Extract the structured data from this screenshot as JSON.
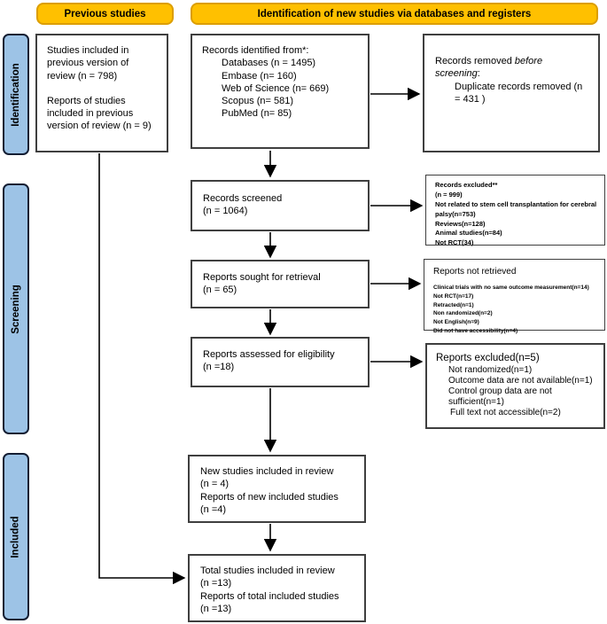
{
  "colors": {
    "header_yellow": "#FFC000",
    "header_yellow_border": "#DC9E00",
    "sidebar_blue": "#9DC3E6",
    "sidebar_blue_border": "#141E33"
  },
  "headers": {
    "previous": "Previous studies",
    "new_studies": "Identification of new studies via databases and registers"
  },
  "sidebar": {
    "identification": "Identification",
    "screening": "Screening",
    "included": "Included"
  },
  "boxes": {
    "previous_studies": {
      "para1": "Studies included in previous version of review (n = 798)",
      "para2": "Reports of studies included in previous version of review (n = 9)"
    },
    "records_identified": {
      "title": "Records identified from*:",
      "items": [
        "Databases (n = 1495)",
        "Embase (n= 160)",
        "Web of Science (n= 669)",
        "Scopus (n= 581)",
        "PubMed (n= 85)"
      ]
    },
    "records_removed": {
      "lead": "Records removed ",
      "italic": "before screening",
      "colon": ":",
      "item": "Duplicate records removed (n = 431 )"
    },
    "records_screened": {
      "line1": "Records screened",
      "line2": "(n = 1064)"
    },
    "records_excluded": {
      "lines": [
        "Records excluded**",
        "(n = 999)",
        "Not related to stem cell transplantation for cerebral palsy(n=753)",
        "Reviews(n=128)",
        "Animal studies(n=84)",
        "Not RCT(34)"
      ]
    },
    "reports_sought": {
      "line1": "Reports sought for retrieval",
      "line2": "(n = 65)"
    },
    "reports_not_retrieved": {
      "title": "Reports not retrieved",
      "lines": [
        "Clinical trials with no same outcome measurement(n=14)",
        "Not RCT(n=17)",
        "Retracted(n=1)",
        "Non randomized(n=2)",
        "Not English(n=9)",
        "Did not have accessibility(n=4)"
      ]
    },
    "reports_assessed": {
      "line1": "Reports assessed for eligibility",
      "line2": "(n =18)"
    },
    "reports_excluded": {
      "title": "Reports excluded(n=5)",
      "lines": [
        "Not randomized(n=1)",
        "Outcome data are not available(n=1)",
        "Control group data are not sufficient(n=1)",
        "Full text not accessible(n=2)"
      ]
    },
    "new_studies": {
      "line1": "New studies included in review",
      "line2": "(n = 4)",
      "line3": "Reports of new included studies",
      "line4": "(n =4)"
    },
    "total_studies": {
      "line1": "Total studies included in review",
      "line2": "(n =13)",
      "line3": "Reports of total included studies",
      "line4": "(n =13)"
    }
  }
}
